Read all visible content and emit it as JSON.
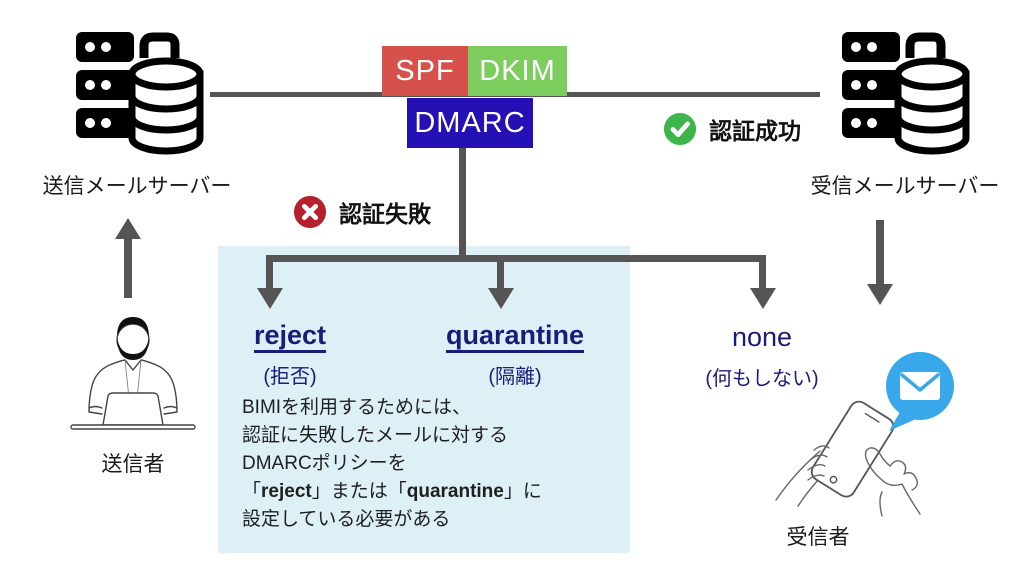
{
  "auth_stack": {
    "spf": "SPF",
    "dkim": "DKIM",
    "dmarc": "DMARC"
  },
  "status": {
    "success": "認証成功",
    "failure": "認証失敗"
  },
  "servers": {
    "sender_label": "送信メールサーバー",
    "receiver_label": "受信メールサーバー"
  },
  "actors": {
    "sender_label": "送信者",
    "receiver_label": "受信者"
  },
  "policies": {
    "reject": {
      "name": "reject",
      "annotation": "(拒否)"
    },
    "quarantine": {
      "name": "quarantine",
      "annotation": "(隔離)"
    },
    "none": {
      "name": "none",
      "annotation": "(何もしない)"
    }
  },
  "note": {
    "line1": "BIMIを利用するためには、",
    "line2": "認証に失敗したメールに対する",
    "line3": "DMARCポリシーを",
    "line4": {
      "pre": "「",
      "bold1": "reject",
      "mid": "」または「",
      "bold2": "quarantine",
      "post": "」に"
    },
    "line5": "設定している必要がある"
  },
  "icons": {
    "success": "check-circle",
    "failure": "x-circle",
    "sender_server": "server-database",
    "receiver_server": "server-database",
    "sender": "person-at-laptop",
    "receiver": "hands-holding-phone",
    "mail": "mail-speech-bubble"
  },
  "colors": {
    "spf_red": "#d6504c",
    "dkim_green": "#7ccd5e",
    "dmarc_blue": "#2410b4",
    "success_green": "#3cb54a",
    "failure_red": "#b5212d",
    "policy_navy": "#1b1b78",
    "arrow_gray": "#555555",
    "panel_blue": "#ddf0f6",
    "bubble_blue": "#38a8ea"
  }
}
